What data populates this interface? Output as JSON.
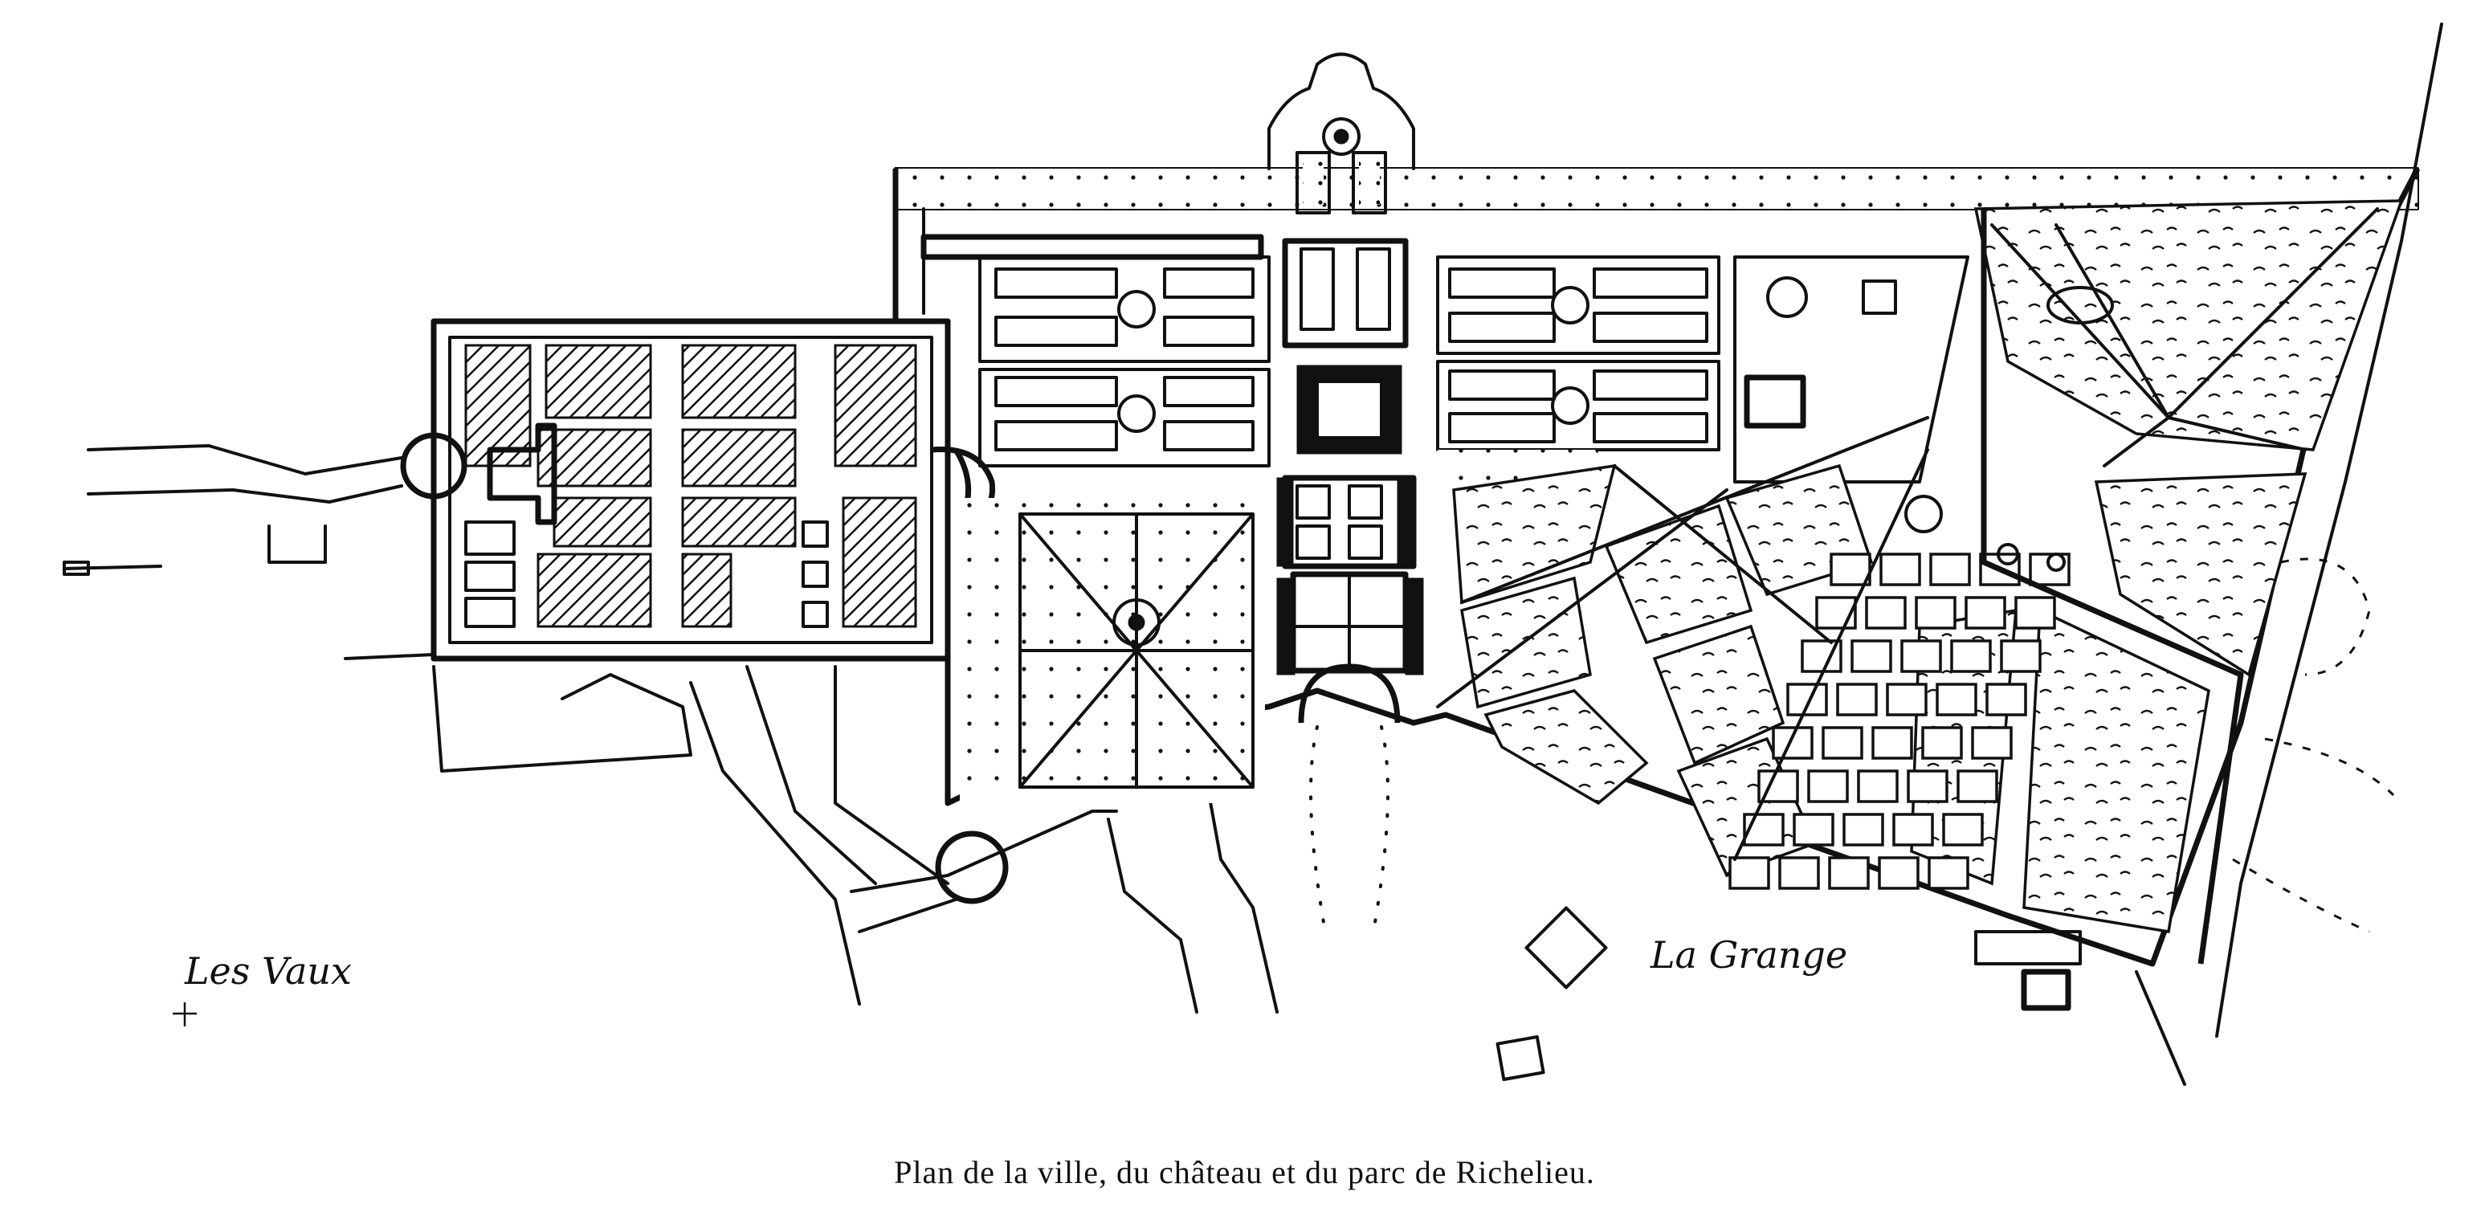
{
  "caption": "Plan de la ville, du château et du parc de Richelieu.",
  "labels": {
    "les_vaux": "Les Vaux",
    "la_grange": "La Grange"
  },
  "colors": {
    "ink": "#111111",
    "paper": "#ffffff"
  }
}
